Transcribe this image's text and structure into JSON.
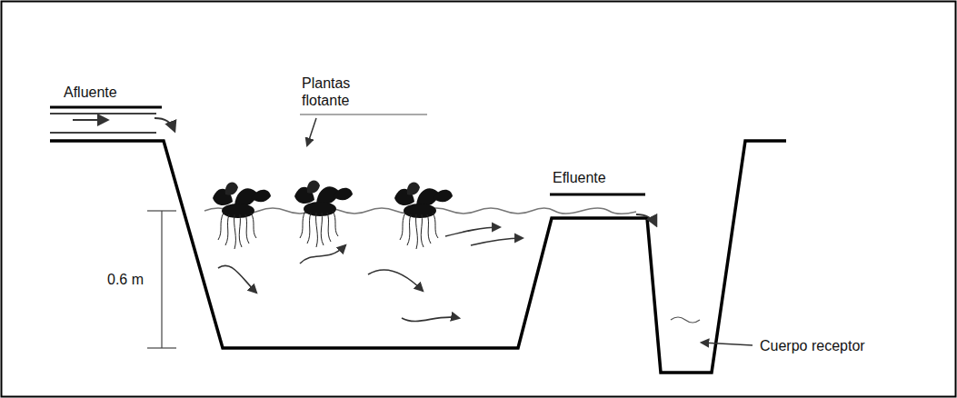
{
  "diagram": {
    "labels": [
      "Afluente",
      "Plantas flotante",
      "Efluente",
      "0.6 m",
      "Cuerpo receptor"
    ]
  }
}
